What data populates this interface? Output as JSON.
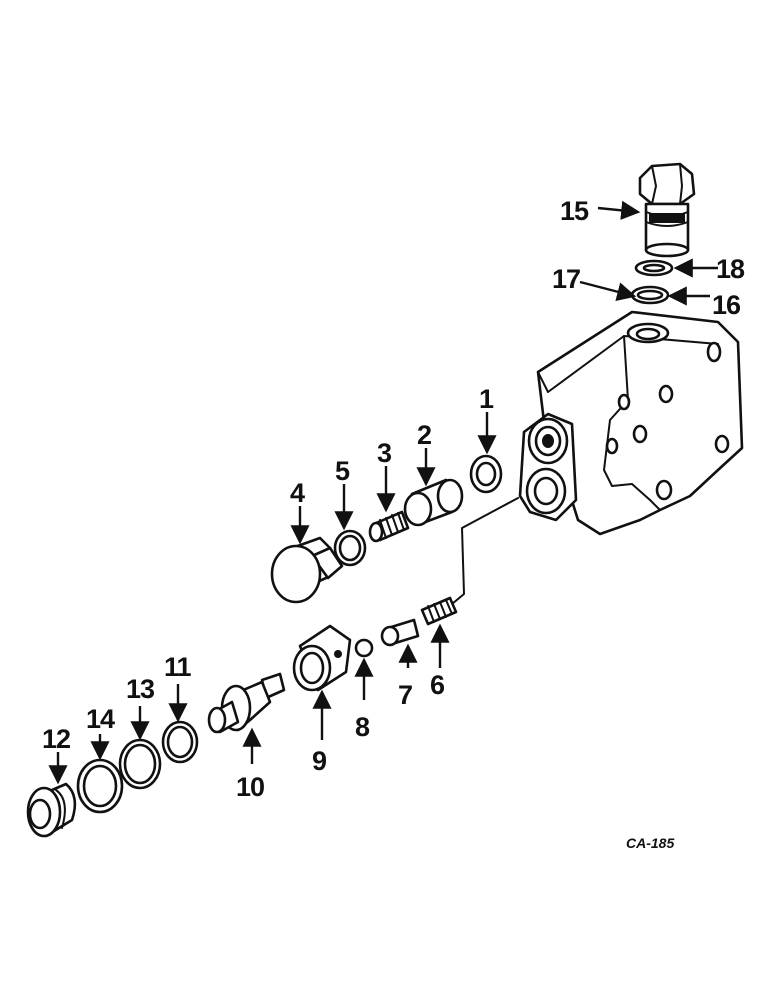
{
  "diagram": {
    "code": "CA-185",
    "callouts": [
      "1",
      "2",
      "3",
      "4",
      "5",
      "6",
      "7",
      "8",
      "9",
      "10",
      "11",
      "12",
      "13",
      "14",
      "15",
      "16",
      "17",
      "18"
    ]
  }
}
